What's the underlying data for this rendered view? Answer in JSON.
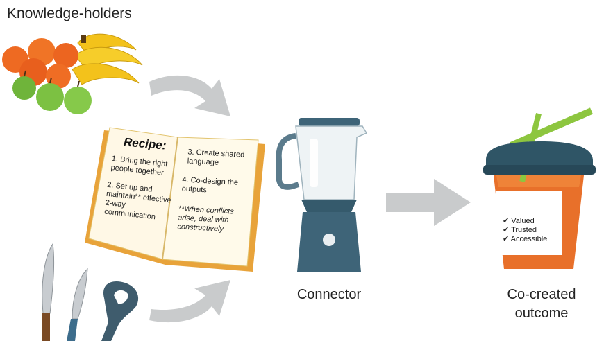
{
  "title": "Knowledge-holders",
  "recipe": {
    "heading": "Recipe:",
    "steps_left": [
      "1. Bring the right people together",
      "2. Set up and maintain** effective 2-way communication"
    ],
    "steps_right": [
      "3. Create shared language",
      "4. Co-design the outputs"
    ],
    "note": "**When conflicts arise, deal with constructively"
  },
  "connector_label": "Connector",
  "outcome_label_line1": "Co-created",
  "outcome_label_line2": "outcome",
  "cup_label": [
    "Valued",
    "Trusted",
    "Accessible"
  ],
  "colors": {
    "arrow": "#c9cbcc",
    "blender_body": "#3e6478",
    "cup_juice": "#e8702a",
    "straw": "#8dc63f",
    "book_cover": "#e8a33a"
  }
}
